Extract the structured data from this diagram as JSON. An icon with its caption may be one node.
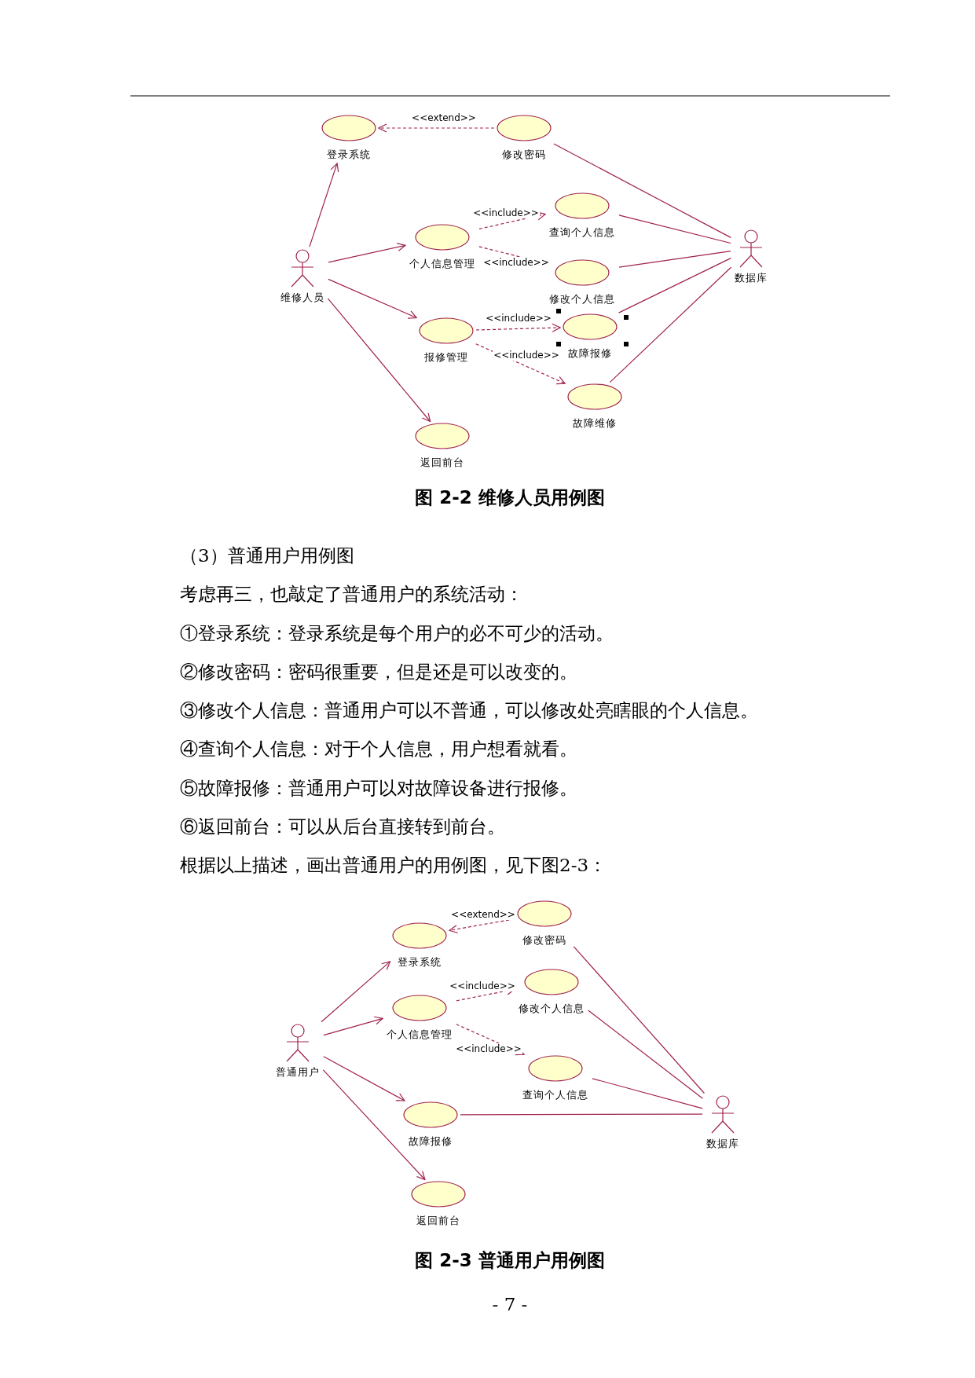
{
  "diagram": {
    "nodes": [
      {
        "text": [
          "登录系统"
        ]
      },
      {
        "text": [
          "修改密码"
        ]
      },
      {
        "text": [
          "查询个人信息"
        ]
      },
      {
        "text": [
          "维修人员"
        ]
      },
      {
        "text": [
          "个人信息管理"
        ]
      },
      {
        "text": [
          "修改个人信息"
        ]
      },
      {
        "text": [
          "数据库"
        ]
      },
      {
        "text": [
          "报修管理"
        ]
      },
      {
        "text": [
          "故障报修"
        ]
      },
      {
        "text": [
          "故障维修"
        ]
      },
      {
        "text": [
          "返回前台"
        ]
      },
      {
        "text": [
          "修改密码"
        ]
      },
      {
        "text": [
          "登录系统"
        ]
      },
      {
        "text": [
          "修改个人信息"
        ]
      },
      {
        "text": [
          "个人信息管理"
        ]
      },
      {
        "text": [
          "普通用户"
        ]
      },
      {
        "text": [
          "查询个人信息"
        ]
      },
      {
        "text": [
          "故障报修"
        ]
      },
      {
        "text": [
          "数据库"
        ]
      },
      {
        "text": [
          "返回前台"
        ]
      }
    ],
    "edges": [
      {
        "from": 1,
        "to": 0,
        "arrow": "to",
        "label": "<<extend>>",
        "style": "dashed"
      },
      {
        "from": 3,
        "to": 0,
        "arrow": "to"
      },
      {
        "from": 4,
        "to": 2,
        "arrow": "to",
        "label": "<<include>>",
        "style": "dashed"
      },
      {
        "from": 4,
        "to": 5,
        "arrow": "to",
        "label": "<<include>>",
        "style": "dashed"
      },
      {
        "from": 3,
        "to": 4,
        "arrow": "to"
      },
      {
        "from": 3,
        "to": 7,
        "arrow": "to"
      },
      {
        "from": 7,
        "to": 8,
        "arrow": "to",
        "label": "<<include>>",
        "style": "dashed"
      },
      {
        "from": 7,
        "to": 9,
        "arrow": "to",
        "label": "<<include>>",
        "style": "dashed"
      },
      {
        "from": 3,
        "to": 10,
        "arrow": "to"
      },
      {
        "from": 1,
        "to": 6,
        "arrow": "none"
      },
      {
        "from": 2,
        "to": 6,
        "arrow": "none"
      },
      {
        "from": 5,
        "to": 6,
        "arrow": "none"
      },
      {
        "from": 8,
        "to": 6,
        "arrow": "none"
      },
      {
        "from": 9,
        "to": 6,
        "arrow": "none"
      },
      {
        "from": 11,
        "to": 12,
        "arrow": "to",
        "label": "<<extend>>",
        "style": "dashed"
      },
      {
        "from": 15,
        "to": 12,
        "arrow": "to"
      },
      {
        "from": 14,
        "to": 13,
        "arrow": "to",
        "label": "<<include>>",
        "style": "dashed"
      },
      {
        "from": 15,
        "to": 14,
        "arrow": "to"
      },
      {
        "from": 14,
        "to": 16,
        "arrow": "to",
        "label": "<<include>>",
        "style": "dashed"
      },
      {
        "from": 15,
        "to": 17,
        "arrow": "to"
      },
      {
        "from": 15,
        "to": 19,
        "arrow": "to"
      },
      {
        "from": 11,
        "to": 18,
        "arrow": "none"
      },
      {
        "from": 13,
        "to": 18,
        "arrow": "none"
      },
      {
        "from": 16,
        "to": 18,
        "arrow": "none"
      },
      {
        "from": 17,
        "to": 18,
        "arrow": "none"
      }
    ],
    "labels": [
      "图 2-2 维修人员用例图",
      "（3）普通用户用例图",
      "考虑再三，也敲定了普通用户的系统活动：",
      "①登录系统：登录系统是每个用户的必不可少的活动。",
      "②修改密码：密码很重要，但是还是可以改变的。",
      "③修改个人信息：普通用户可以不普通，可以修改处亮瞎眼的个人信息。",
      "④查询个人信息：对于个人信息，用户想看就看。",
      "⑤故障报修：普通用户可以对故障设备进行报修。",
      "⑥返回前台：可以从后台直接转到前台。",
      "根据以上描述，画出普通用户的用例图，见下图2-3：",
      "图 2-3 普通用户用例图",
      "- 7 -"
    ]
  }
}
